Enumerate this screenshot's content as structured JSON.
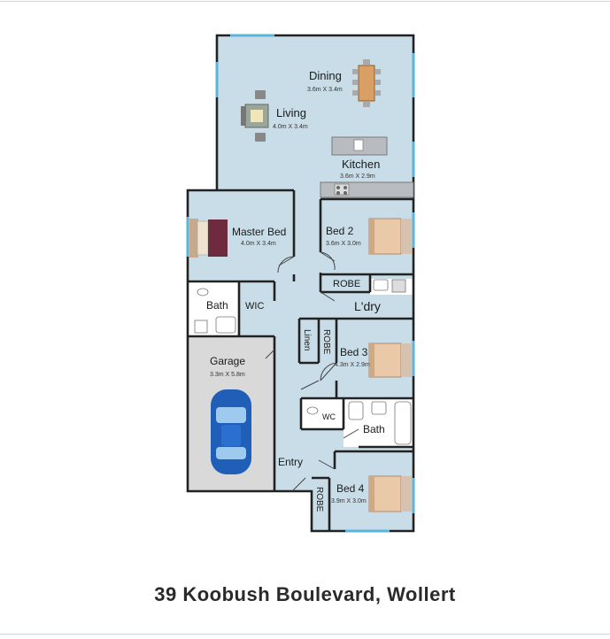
{
  "rooms": {
    "dining": {
      "name": "Dining",
      "dims": "3.6m X 3.4m"
    },
    "living": {
      "name": "Living",
      "dims": "4.0m X 3.4m"
    },
    "kitchen": {
      "name": "Kitchen",
      "dims": "3.6m X 2.9m"
    },
    "master_bed": {
      "name": "Master Bed",
      "dims": "4.0m X 3.4m"
    },
    "bed2": {
      "name": "Bed 2",
      "dims": "3.6m X 3.0m"
    },
    "robe1": {
      "name": "ROBE"
    },
    "bath1": {
      "name": "Bath"
    },
    "wic": {
      "name": "WIC"
    },
    "laundry": {
      "name": "L'dry"
    },
    "linen": {
      "name": "Linen"
    },
    "robe2": {
      "name": "ROBE"
    },
    "bed3": {
      "name": "Bed 3",
      "dims": "4.3m X 2.9m"
    },
    "garage": {
      "name": "Garage",
      "dims": "3.3m X 5.8m"
    },
    "wc": {
      "name": "WC"
    },
    "bath2": {
      "name": "Bath"
    },
    "entry": {
      "name": "Entry"
    },
    "bed4": {
      "name": "Bed 4",
      "dims": "3.9m X 3.0m"
    },
    "robe3": {
      "name": "ROBE"
    }
  },
  "address": "39 Koobush Boulevard, Wollert",
  "colors": {
    "floor": "#c9dde8",
    "garage_floor": "#d9d9d9",
    "walls": "#222222",
    "window": "#5ab4dc",
    "car": "#1f5fb8",
    "bed": "#e9c9a8",
    "master_bed": "#6e2a3e",
    "table": "#d9a066"
  }
}
